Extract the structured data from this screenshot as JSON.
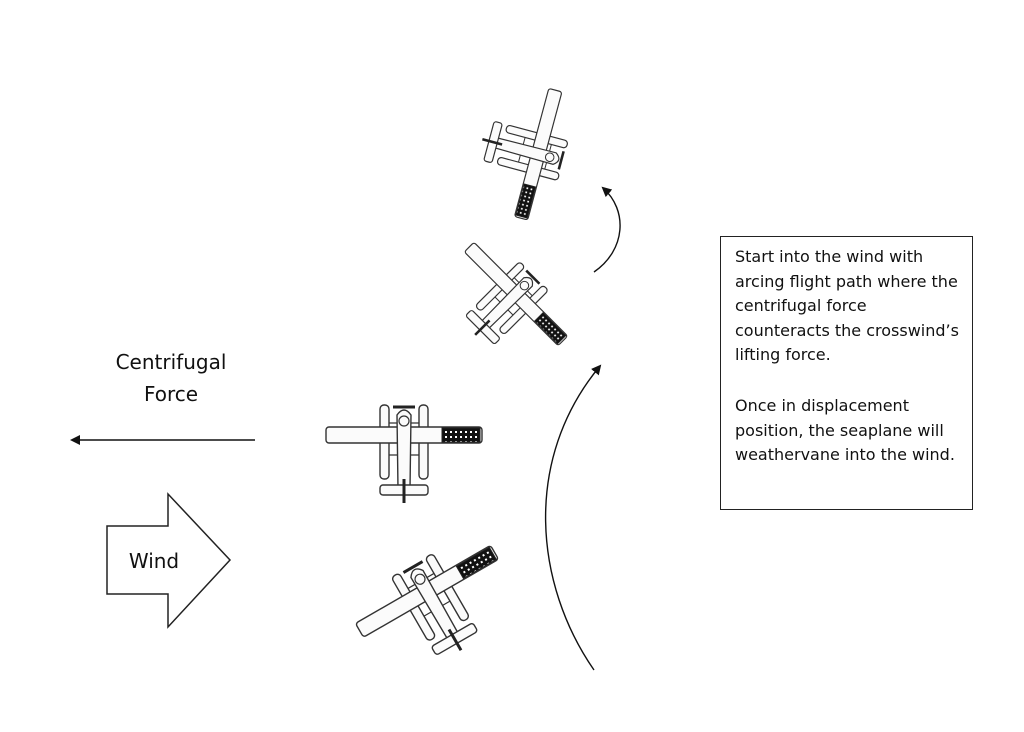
{
  "labels": {
    "centrifugal": "Centrifugal\nForce",
    "wind": "Wind"
  },
  "info_box": {
    "paragraph_1": "Start into the wind with arcing flight path where the centrifugal force counteracts the crosswind’s lifting force.",
    "paragraph_2": "Once in displacement position, the seaplane will weathervane into the wind."
  },
  "icons": [
    "seaplane-icon",
    "wind-arrow-icon",
    "force-arrow-icon",
    "flight-path-arrow-icon"
  ],
  "colors": {
    "ink": "#222222",
    "background": "#ffffff",
    "hatch": "#111111"
  }
}
